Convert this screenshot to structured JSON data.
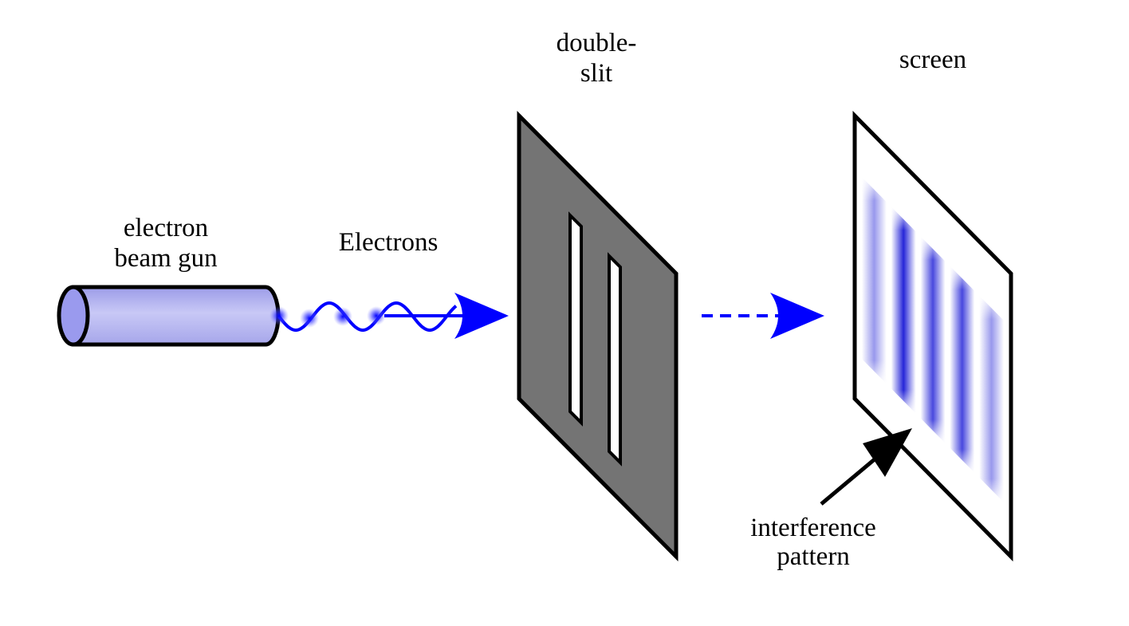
{
  "labels": {
    "gun_line1": "electron",
    "gun_line2": "beam gun",
    "electrons": "Electrons",
    "slit_line1": "double-",
    "slit_line2": "slit",
    "screen": "screen",
    "pattern_line1": "interference",
    "pattern_line2": "pattern"
  },
  "colors": {
    "beam": "#0000ff",
    "gun_body": "#b8b8f0",
    "gun_cap": "#9a9aee",
    "slit_plate": "#747474",
    "outline": "#000000",
    "screen_face": "#ffffff",
    "fringe": "#1a1ad6"
  },
  "pattern": {
    "fringe_count": 5
  }
}
